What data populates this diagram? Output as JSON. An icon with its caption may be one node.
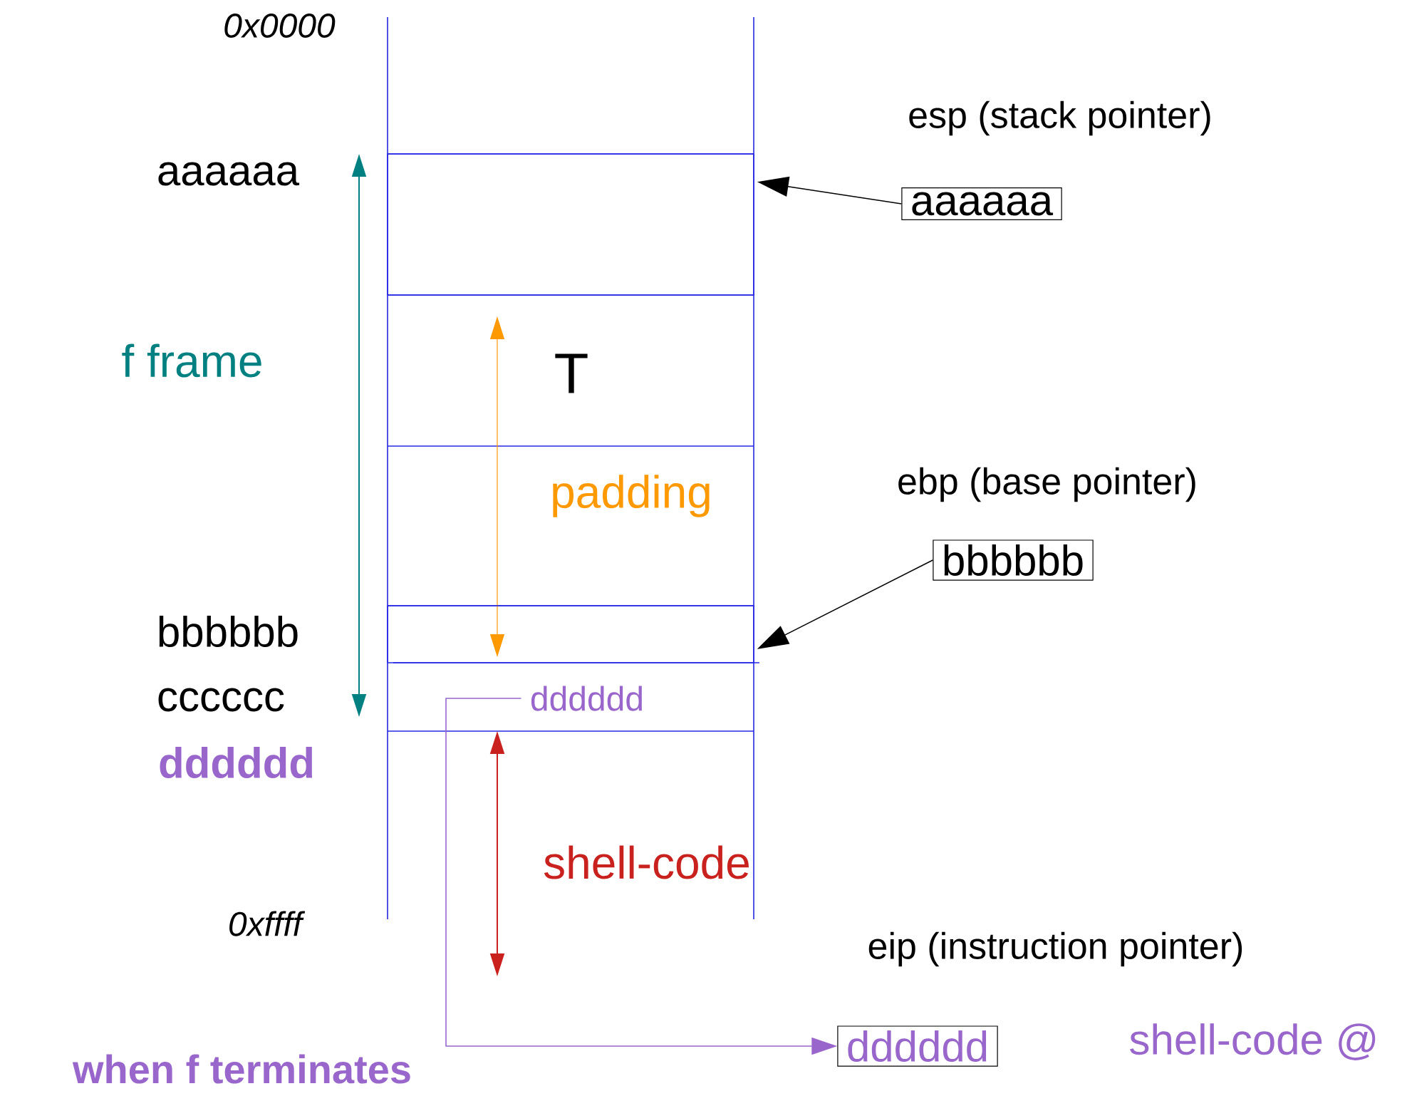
{
  "diagram": {
    "nodes": [
      {
        "text": [
          "aaaaaa"
        ],
        "beside": [
          "esp (stack pointer)"
        ]
      },
      {
        "text": [
          "bbbbbb"
        ],
        "beside": [
          "ebp (base pointer)"
        ]
      },
      {
        "text": [
          "dddddd"
        ],
        "beside": [
          "eip (instruction pointer)",
          "shell-code @"
        ]
      },
      {
        "text": [],
        "shape": "box"
      },
      {
        "text": [],
        "shape": "box"
      },
      {
        "text": [
          "dddddd"
        ]
      }
    ],
    "edges": [
      {
        "from": 0,
        "to": 3,
        "arrow": "to"
      },
      {
        "from": 1,
        "to": 4,
        "arrow": "to"
      },
      {
        "from": 5,
        "to": 2,
        "arrow": "to",
        "color": "#9966cc"
      }
    ],
    "labels": [
      "0x0000",
      "aaaaaa",
      "f frame",
      "T",
      "padding",
      "bbbbbb",
      "cccccc",
      "dddddd",
      "shell-code",
      "0xffff",
      "when f terminates"
    ]
  }
}
